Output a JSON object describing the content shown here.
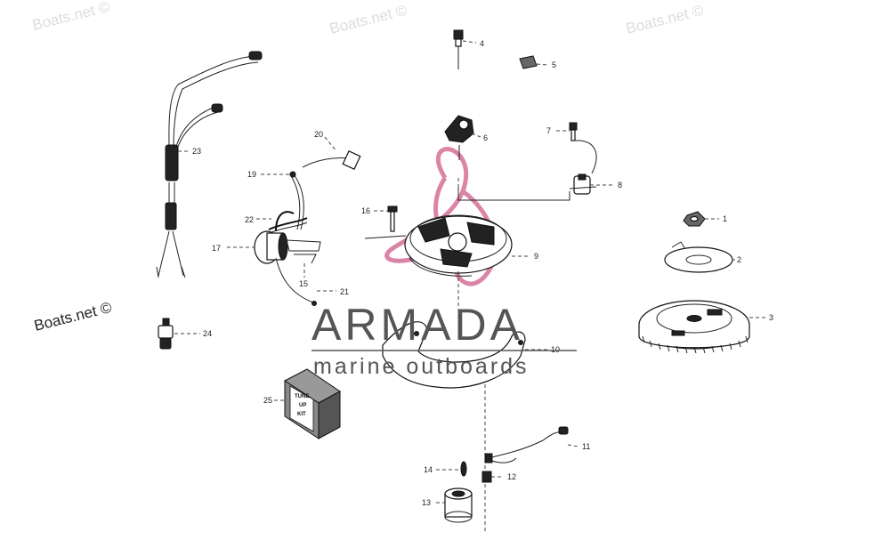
{
  "watermarks": {
    "corner_text": "Boats.net ©",
    "side_text": "Boats.net ©"
  },
  "logo": {
    "brand": "ARMADA",
    "tagline": "marine outboards",
    "accent_color": "#d9779e"
  },
  "kit_box": {
    "line1": "TUNE",
    "line2": "UP",
    "line3": "KIT"
  },
  "callouts": [
    {
      "id": "c1",
      "label": "1"
    },
    {
      "id": "c2",
      "label": "2"
    },
    {
      "id": "c3",
      "label": "3"
    },
    {
      "id": "c4",
      "label": "4"
    },
    {
      "id": "c5",
      "label": "5"
    },
    {
      "id": "c6",
      "label": "6"
    },
    {
      "id": "c7",
      "label": "7"
    },
    {
      "id": "c8",
      "label": "8"
    },
    {
      "id": "c9",
      "label": "9"
    },
    {
      "id": "c10",
      "label": "10"
    },
    {
      "id": "c11",
      "label": "11"
    },
    {
      "id": "c12",
      "label": "12"
    },
    {
      "id": "c13",
      "label": "13"
    },
    {
      "id": "c14",
      "label": "14"
    },
    {
      "id": "c15",
      "label": "15"
    },
    {
      "id": "c16",
      "label": "16"
    },
    {
      "id": "c17",
      "label": "17"
    },
    {
      "id": "c19",
      "label": "19"
    },
    {
      "id": "c20",
      "label": "20"
    },
    {
      "id": "c21",
      "label": "21"
    },
    {
      "id": "c22",
      "label": "22"
    },
    {
      "id": "c23",
      "label": "23"
    },
    {
      "id": "c24",
      "label": "24"
    },
    {
      "id": "c25",
      "label": "25"
    }
  ]
}
